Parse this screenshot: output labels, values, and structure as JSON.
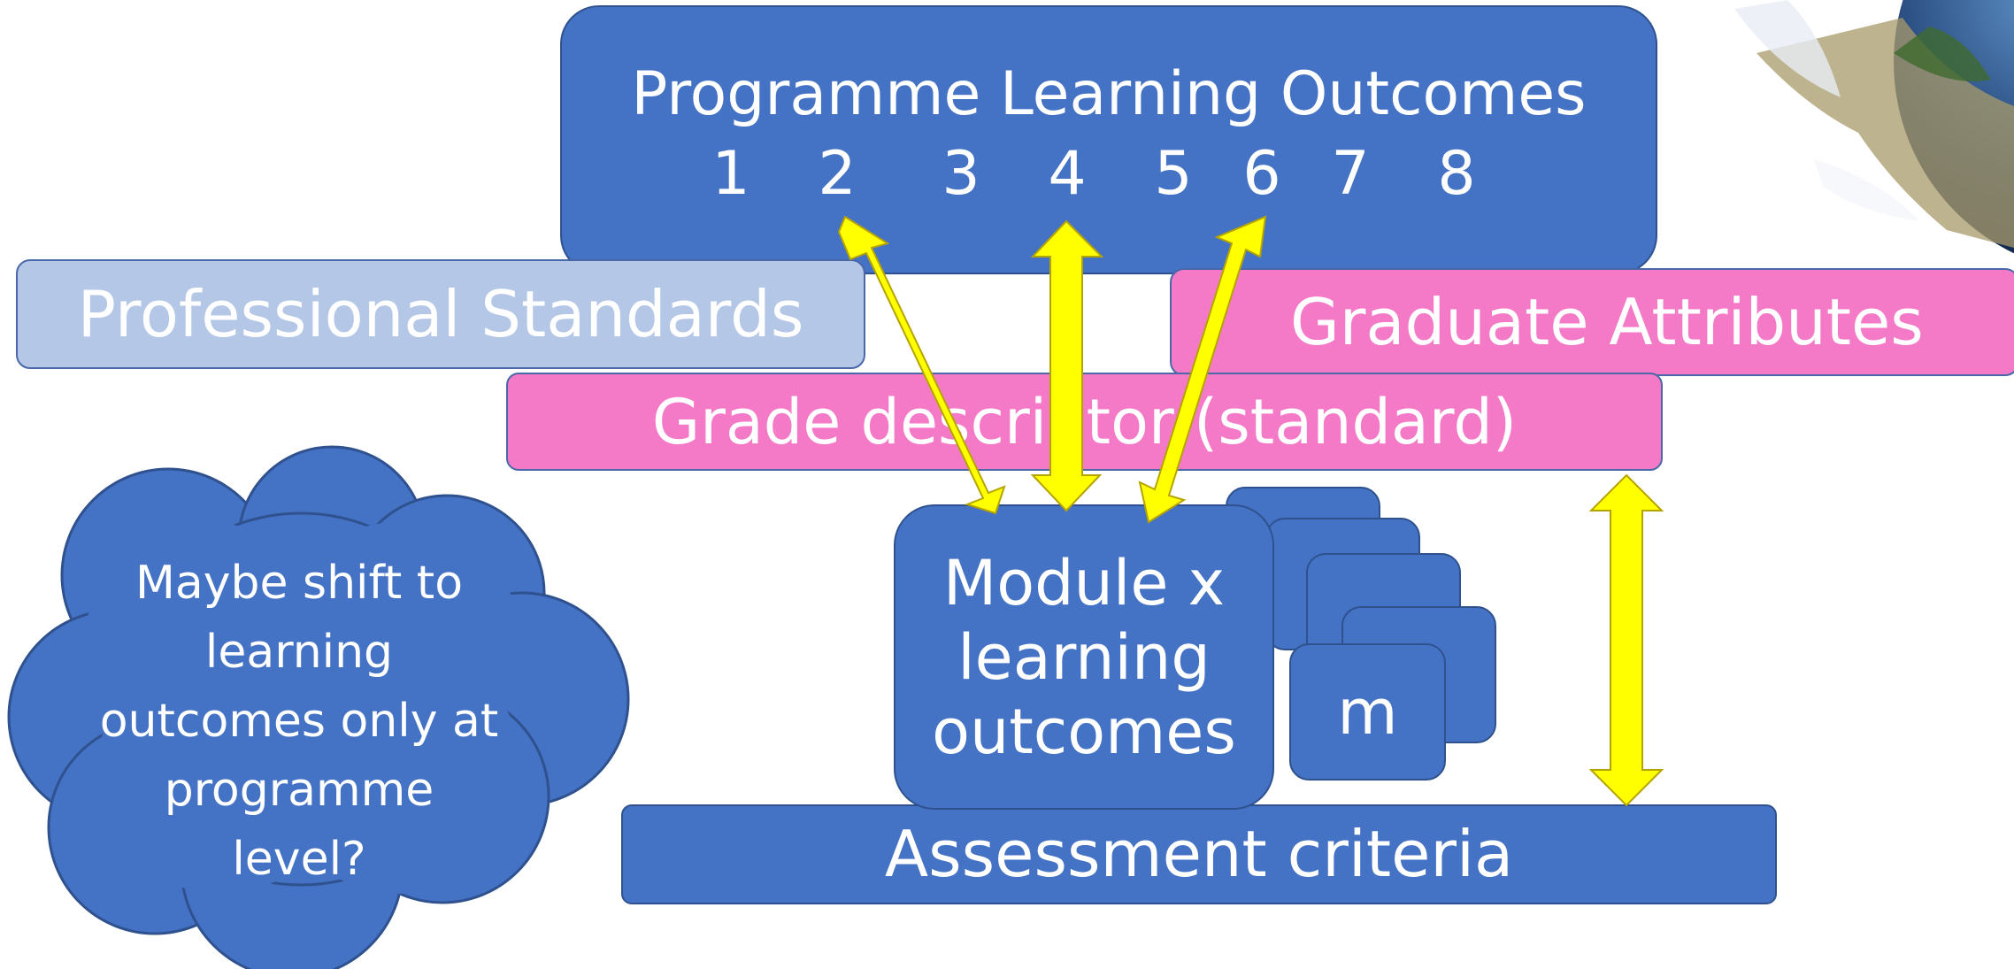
{
  "programme": {
    "title": "Programme Learning Outcomes",
    "numbers": [
      "1",
      "2",
      "3",
      "4",
      "5",
      "6",
      "7",
      "8"
    ]
  },
  "professional_standards": "Professional Standards",
  "graduate_attributes": "Graduate Attributes",
  "grade_descriptor": "Grade descriptor (standard)",
  "module": {
    "label": "Module x learning outcomes",
    "stack_label": "m"
  },
  "assessment_criteria": "Assessment criteria",
  "cloud": "Maybe shift to learning outcomes only at programme level?",
  "colors": {
    "box_blue": "#4472c4",
    "box_pink": "#f47ac8",
    "box_light": "#b4c7e7",
    "arrow": "#ffff00"
  }
}
